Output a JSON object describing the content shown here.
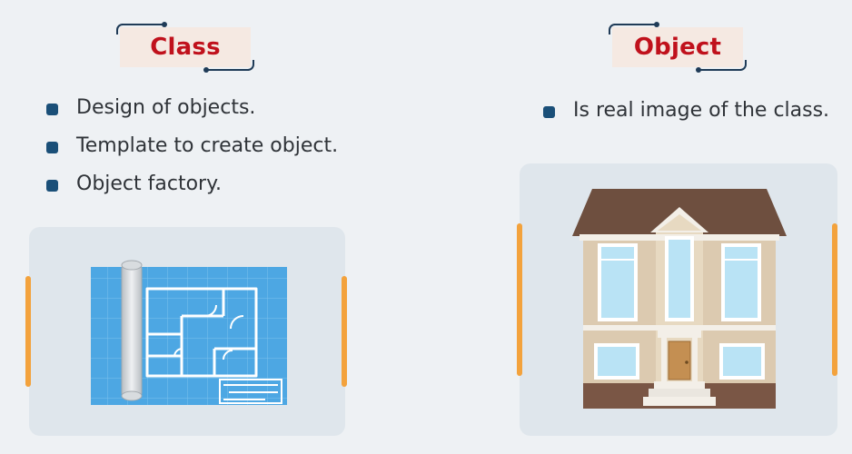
{
  "class_section": {
    "title": "Class",
    "bullets": [
      "Design of objects.",
      "Template to create object.",
      "Object factory."
    ]
  },
  "object_section": {
    "title": "Object",
    "bullets": [
      "Is real image of the class."
    ]
  },
  "colors": {
    "title_text": "#c0111c",
    "title_box": "#f5e9e2",
    "bullet": "#1a4f78",
    "accent": "#f3a23c",
    "blueprint": "#4da7e3"
  }
}
